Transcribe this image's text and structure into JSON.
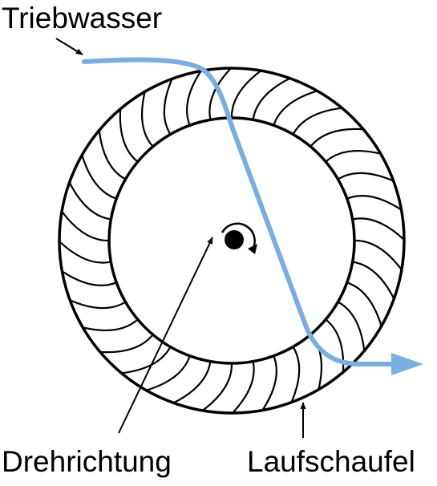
{
  "labels": {
    "water": "Triebwasser",
    "rotation": "Drehrichtung",
    "blade": "Laufschaufel"
  },
  "runner": {
    "blade_count": 36,
    "blade_curve_direction": "clockwise"
  },
  "colors": {
    "water_flow": "#7aaee0",
    "stroke": "#000000",
    "background": "#ffffff"
  }
}
